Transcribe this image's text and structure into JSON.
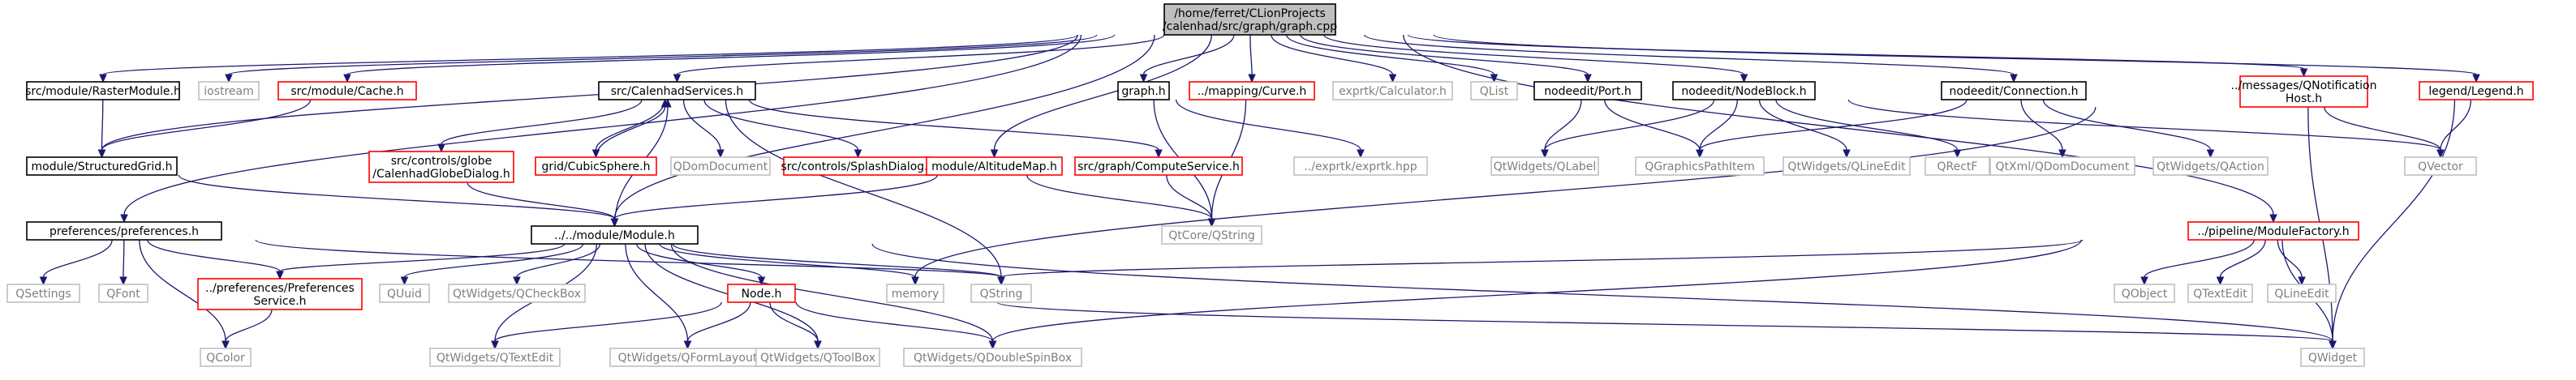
{
  "title": "/home/ferret/CLionProjects/calenhad/src/graph/graph.cpp",
  "colors": {
    "edge": "#191970",
    "root_fill": "#bfbfbf",
    "box_stroke": "#000000",
    "missing_stroke": "#bfbfbf",
    "missing_text": "#7f7f7f",
    "truncated_stroke": "#ff0000"
  },
  "nodes": [
    {
      "id": "root",
      "lines": [
        "/home/ferret/CLionProjects",
        "/calenhad/src/graph/graph.cpp"
      ],
      "kind": "root"
    },
    {
      "id": "raster",
      "lines": [
        "src/module/RasterModule.h"
      ],
      "kind": "normal"
    },
    {
      "id": "iostream",
      "lines": [
        "iostream"
      ],
      "kind": "missing"
    },
    {
      "id": "cache",
      "lines": [
        "src/module/Cache.h"
      ],
      "kind": "truncated"
    },
    {
      "id": "calsvc",
      "lines": [
        "src/CalenhadServices.h"
      ],
      "kind": "normal"
    },
    {
      "id": "graph",
      "lines": [
        "graph.h"
      ],
      "kind": "normal"
    },
    {
      "id": "curve",
      "lines": [
        "../mapping/Curve.h"
      ],
      "kind": "truncated"
    },
    {
      "id": "calc",
      "lines": [
        "exprtk/Calculator.h"
      ],
      "kind": "missing"
    },
    {
      "id": "qlist",
      "lines": [
        "QList"
      ],
      "kind": "missing"
    },
    {
      "id": "port",
      "lines": [
        "nodeedit/Port.h"
      ],
      "kind": "normal"
    },
    {
      "id": "nodeblock",
      "lines": [
        "nodeedit/NodeBlock.h"
      ],
      "kind": "normal"
    },
    {
      "id": "connection",
      "lines": [
        "nodeedit/Connection.h"
      ],
      "kind": "normal"
    },
    {
      "id": "qnotif",
      "lines": [
        "../messages/QNotification",
        "Host.h"
      ],
      "kind": "truncated"
    },
    {
      "id": "legend",
      "lines": [
        "legend/Legend.h"
      ],
      "kind": "truncated"
    },
    {
      "id": "sgrid",
      "lines": [
        "module/StructuredGrid.h"
      ],
      "kind": "normal"
    },
    {
      "id": "globe",
      "lines": [
        "src/controls/globe",
        "/CalenhadGlobeDialog.h"
      ],
      "kind": "truncated"
    },
    {
      "id": "cubic",
      "lines": [
        "grid/CubicSphere.h"
      ],
      "kind": "truncated"
    },
    {
      "id": "qdomdoc",
      "lines": [
        "QDomDocument"
      ],
      "kind": "missing"
    },
    {
      "id": "splash",
      "lines": [
        "src/controls/SplashDialog.h"
      ],
      "kind": "truncated"
    },
    {
      "id": "altmap",
      "lines": [
        "module/AltitudeMap.h"
      ],
      "kind": "truncated"
    },
    {
      "id": "compute",
      "lines": [
        "src/graph/ComputeService.h"
      ],
      "kind": "truncated"
    },
    {
      "id": "exprtkhpp",
      "lines": [
        "../exprtk/exprtk.hpp"
      ],
      "kind": "missing"
    },
    {
      "id": "qlabel",
      "lines": [
        "QtWidgets/QLabel"
      ],
      "kind": "missing"
    },
    {
      "id": "qgpi",
      "lines": [
        "QGraphicsPathItem"
      ],
      "kind": "missing"
    },
    {
      "id": "qlineedit1",
      "lines": [
        "QtWidgets/QLineEdit"
      ],
      "kind": "missing"
    },
    {
      "id": "qrectf",
      "lines": [
        "QRectF"
      ],
      "kind": "missing"
    },
    {
      "id": "qxmldom",
      "lines": [
        "QtXml/QDomDocument"
      ],
      "kind": "missing"
    },
    {
      "id": "qaction",
      "lines": [
        "QtWidgets/QAction"
      ],
      "kind": "missing"
    },
    {
      "id": "qvector",
      "lines": [
        "QVector"
      ],
      "kind": "missing"
    },
    {
      "id": "prefs",
      "lines": [
        "preferences/preferences.h"
      ],
      "kind": "normal"
    },
    {
      "id": "module",
      "lines": [
        "../../module/Module.h"
      ],
      "kind": "normal"
    },
    {
      "id": "qcorestr",
      "lines": [
        "QtCore/QString"
      ],
      "kind": "missing"
    },
    {
      "id": "factory",
      "lines": [
        "../pipeline/ModuleFactory.h"
      ],
      "kind": "truncated"
    },
    {
      "id": "qsettings",
      "lines": [
        "QSettings"
      ],
      "kind": "missing"
    },
    {
      "id": "qfont",
      "lines": [
        "QFont"
      ],
      "kind": "missing"
    },
    {
      "id": "prefsvc",
      "lines": [
        "../preferences/Preferences",
        "Service.h"
      ],
      "kind": "truncated"
    },
    {
      "id": "quuid",
      "lines": [
        "QUuid"
      ],
      "kind": "missing"
    },
    {
      "id": "qcheckbox",
      "lines": [
        "QtWidgets/QCheckBox"
      ],
      "kind": "missing"
    },
    {
      "id": "nodeh",
      "lines": [
        "Node.h"
      ],
      "kind": "truncated"
    },
    {
      "id": "memory",
      "lines": [
        "memory"
      ],
      "kind": "missing"
    },
    {
      "id": "qstring",
      "lines": [
        "QString"
      ],
      "kind": "missing"
    },
    {
      "id": "qobject",
      "lines": [
        "QObject"
      ],
      "kind": "missing"
    },
    {
      "id": "qtextedit",
      "lines": [
        "QTextEdit"
      ],
      "kind": "missing"
    },
    {
      "id": "qlineedit2",
      "lines": [
        "QLineEdit"
      ],
      "kind": "missing"
    },
    {
      "id": "qcolor",
      "lines": [
        "QColor"
      ],
      "kind": "missing"
    },
    {
      "id": "qtextedit2",
      "lines": [
        "QtWidgets/QTextEdit"
      ],
      "kind": "missing"
    },
    {
      "id": "qformlayout",
      "lines": [
        "QtWidgets/QFormLayout"
      ],
      "kind": "missing"
    },
    {
      "id": "qtoolbox",
      "lines": [
        "QtWidgets/QToolBox"
      ],
      "kind": "missing"
    },
    {
      "id": "qdspin",
      "lines": [
        "QtWidgets/QDoubleSpinBox"
      ],
      "kind": "missing"
    },
    {
      "id": "qwidget",
      "lines": [
        "QWidget"
      ],
      "kind": "missing"
    }
  ],
  "edges": [
    [
      "root",
      "raster"
    ],
    [
      "root",
      "iostream"
    ],
    [
      "root",
      "cache"
    ],
    [
      "root",
      "calsvc"
    ],
    [
      "root",
      "graph"
    ],
    [
      "root",
      "curve"
    ],
    [
      "root",
      "calc"
    ],
    [
      "root",
      "qlist"
    ],
    [
      "root",
      "port"
    ],
    [
      "root",
      "nodeblock"
    ],
    [
      "root",
      "connection"
    ],
    [
      "root",
      "qnotif"
    ],
    [
      "root",
      "legend"
    ],
    [
      "root",
      "sgrid"
    ],
    [
      "root",
      "prefs"
    ],
    [
      "root",
      "module"
    ],
    [
      "root",
      "altmap"
    ],
    [
      "root",
      "factory"
    ],
    [
      "raster",
      "sgrid"
    ],
    [
      "cache",
      "sgrid"
    ],
    [
      "sgrid",
      "module"
    ],
    [
      "calsvc",
      "globe"
    ],
    [
      "calsvc",
      "cubic"
    ],
    [
      "calsvc",
      "qdomdoc"
    ],
    [
      "calsvc",
      "splash"
    ],
    [
      "calsvc",
      "compute"
    ],
    [
      "calsvc",
      "qstring"
    ],
    [
      "cubic",
      "calsvc"
    ],
    [
      "globe",
      "module"
    ],
    [
      "module",
      "calsvc"
    ],
    [
      "graph",
      "exprtkhpp"
    ],
    [
      "graph",
      "qcorestr"
    ],
    [
      "curve",
      "qcorestr"
    ],
    [
      "compute",
      "qcorestr"
    ],
    [
      "altmap",
      "module"
    ],
    [
      "altmap",
      "qcorestr"
    ],
    [
      "port",
      "qlabel"
    ],
    [
      "port",
      "qgpi"
    ],
    [
      "nodeblock",
      "qlabel"
    ],
    [
      "nodeblock",
      "qgpi"
    ],
    [
      "nodeblock",
      "qlineedit1"
    ],
    [
      "nodeblock",
      "qrectf"
    ],
    [
      "nodeblock",
      "qvector"
    ],
    [
      "connection",
      "qgpi"
    ],
    [
      "connection",
      "qxmldom"
    ],
    [
      "connection",
      "qaction"
    ],
    [
      "qnotif",
      "qvector"
    ],
    [
      "qnotif",
      "qwidget"
    ],
    [
      "qnotif",
      "memory"
    ],
    [
      "legend",
      "qvector"
    ],
    [
      "legend",
      "qwidget"
    ],
    [
      "prefs",
      "qsettings"
    ],
    [
      "prefs",
      "qfont"
    ],
    [
      "prefs",
      "prefsvc"
    ],
    [
      "prefs",
      "qcolor"
    ],
    [
      "prefs",
      "qstring"
    ],
    [
      "prefsvc",
      "qcolor"
    ],
    [
      "module",
      "prefsvc"
    ],
    [
      "module",
      "quuid"
    ],
    [
      "module",
      "qcheckbox"
    ],
    [
      "module",
      "nodeh"
    ],
    [
      "module",
      "memory"
    ],
    [
      "module",
      "qstring"
    ],
    [
      "module",
      "qtextedit2"
    ],
    [
      "module",
      "qformlayout"
    ],
    [
      "module",
      "qtoolbox"
    ],
    [
      "module",
      "qdspin"
    ],
    [
      "module",
      "qwidget"
    ],
    [
      "nodeh",
      "qtextedit2"
    ],
    [
      "nodeh",
      "qformlayout"
    ],
    [
      "nodeh",
      "qtoolbox"
    ],
    [
      "nodeh",
      "qdspin"
    ],
    [
      "nodeh",
      "qwidget"
    ],
    [
      "factory",
      "qstring"
    ],
    [
      "factory",
      "qobject"
    ],
    [
      "factory",
      "qtextedit"
    ],
    [
      "factory",
      "qlineedit2"
    ],
    [
      "factory",
      "qwidget"
    ],
    [
      "factory",
      "qdspin"
    ]
  ]
}
